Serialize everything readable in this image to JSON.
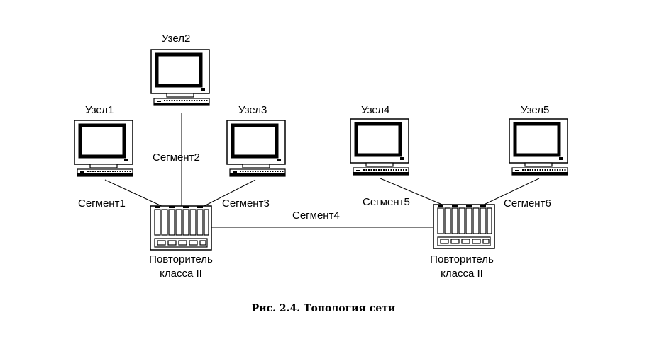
{
  "nodes": [
    {
      "id": "node1",
      "label": "Узел1"
    },
    {
      "id": "node2",
      "label": "Узел2"
    },
    {
      "id": "node3",
      "label": "Узел3"
    },
    {
      "id": "node4",
      "label": "Узел4"
    },
    {
      "id": "node5",
      "label": "Узел5"
    }
  ],
  "segments": [
    {
      "id": "seg1",
      "label": "Сегмент1"
    },
    {
      "id": "seg2",
      "label": "Сегмент2"
    },
    {
      "id": "seg3",
      "label": "Сегмент3"
    },
    {
      "id": "seg4",
      "label": "Сегмент4"
    },
    {
      "id": "seg5",
      "label": "Сегмент5"
    },
    {
      "id": "seg6",
      "label": "Сегмент6"
    }
  ],
  "repeaters": [
    {
      "id": "rep1",
      "line1": "Повторитель",
      "line2": "класса II"
    },
    {
      "id": "rep2",
      "line1": "Повторитель",
      "line2": "класса II"
    }
  ],
  "caption": "Рис. 2.4. Топология сети"
}
